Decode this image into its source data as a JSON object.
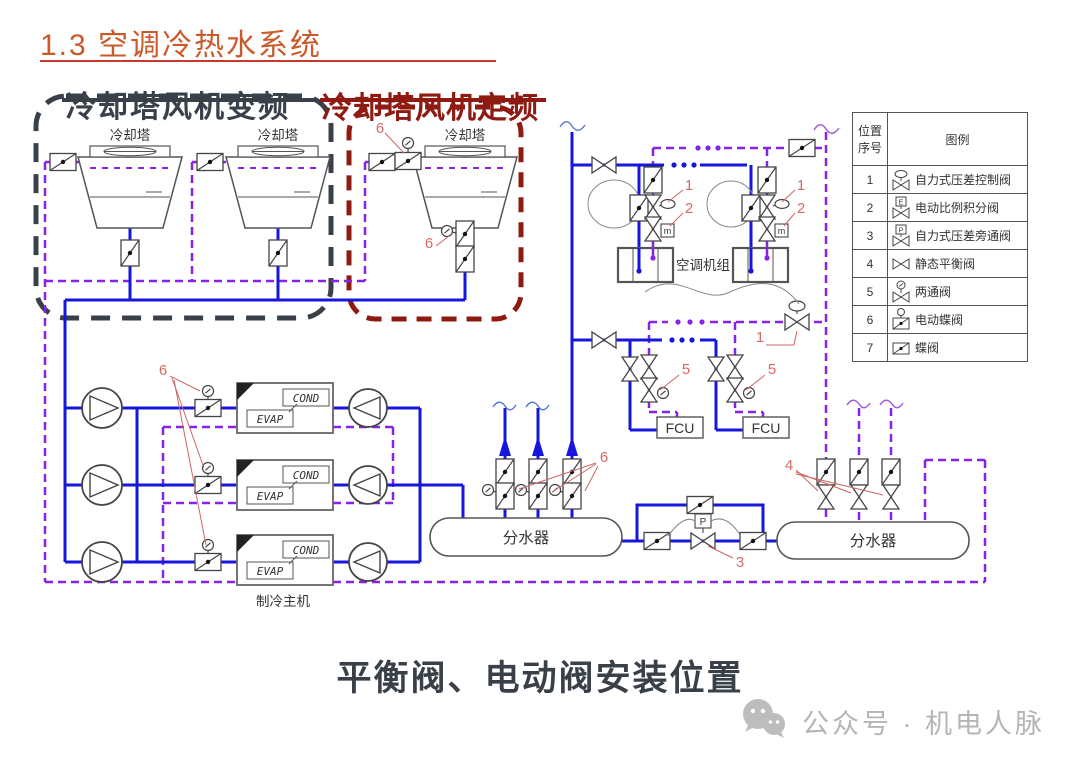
{
  "header": {
    "title": "1.3  空调冷热水系统"
  },
  "annotations": {
    "variable_freq": "冷却塔风机变频",
    "fixed_freq": "冷却塔风机定频"
  },
  "diagram": {
    "cooling_tower": "冷却塔",
    "chiller_label": "制冷主机",
    "ahu_label": "空调机组",
    "fcu_label": "FCU",
    "distributor_label": "分水器",
    "cond": "COND",
    "evap": "EVAP"
  },
  "callouts": {
    "n1": "1",
    "n2": "2",
    "n3": "3",
    "n4": "4",
    "n5": "5",
    "n6": "6"
  },
  "legend": {
    "col1_line1": "位置",
    "col1_line2": "序号",
    "col2_header": "图例",
    "rows": [
      {
        "num": "1",
        "name": "自力式压差控制阀",
        "icon": "dp-control-valve-icon"
      },
      {
        "num": "2",
        "name": "电动比例积分阀",
        "icon": "electric-pi-valve-icon"
      },
      {
        "num": "3",
        "name": "自力式压差旁通阀",
        "icon": "dp-bypass-valve-icon"
      },
      {
        "num": "4",
        "name": "静态平衡阀",
        "icon": "static-balance-valve-icon"
      },
      {
        "num": "5",
        "name": "两通阀",
        "icon": "two-way-valve-icon"
      },
      {
        "num": "6",
        "name": "电动蝶阀",
        "icon": "electric-butterfly-valve-icon"
      },
      {
        "num": "7",
        "name": "蝶阀",
        "icon": "butterfly-valve-icon"
      }
    ]
  },
  "caption": {
    "text": "平衡阀、电动阀安装位置"
  },
  "watermark": {
    "text": "公众号 · 机电人脉"
  },
  "colors": {
    "pipe_blue": "#1616DD",
    "pipe_purple": "#8822E8",
    "enclosure_variable": "#3A4049",
    "enclosure_fixed": "#8E1A12",
    "title_orange": "#CB5A2A",
    "callout_red": "#D96868"
  }
}
